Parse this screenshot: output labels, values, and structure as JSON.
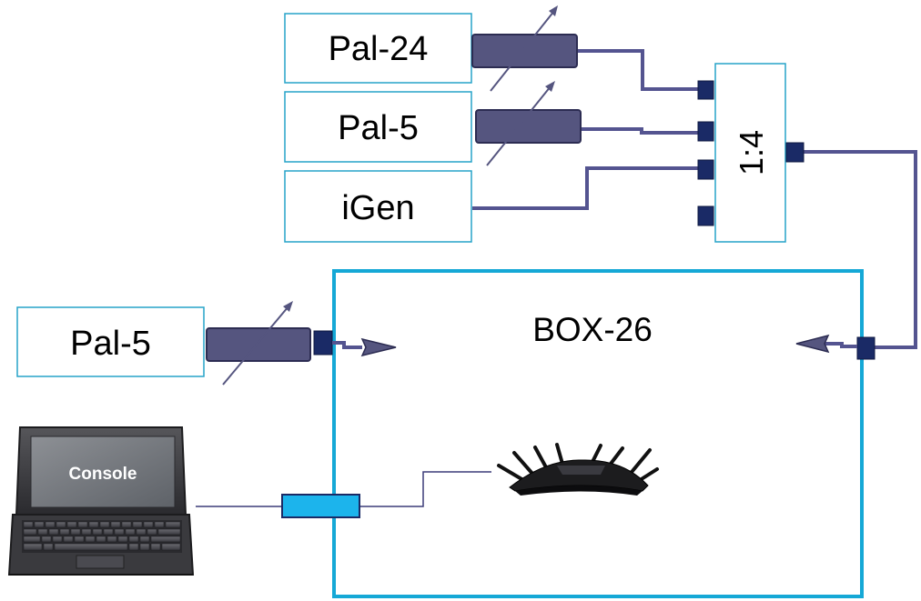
{
  "diagram": {
    "devices": {
      "top_1": "Pal-24",
      "top_2": "Pal-5",
      "top_3": "iGen",
      "left": "Pal-5"
    },
    "splitter": {
      "label": "1:4"
    },
    "box": {
      "label": "BOX-26"
    },
    "console": {
      "label": "Console"
    },
    "colors": {
      "box_border": "#15a8d6",
      "device_border": "#26a3c9",
      "attenuator_fill": "#55557f",
      "attenuator_stroke": "#2c2c52",
      "connector_fill": "#1a2a66",
      "cable": "#545490",
      "ethernet_cable": "#3c3c78",
      "ethernet_block": "#1cb4ec",
      "screen": "#787c82",
      "laptop_body": "#3c3c40"
    },
    "icons": [
      "attenuator-icon",
      "router-icon",
      "laptop-icon",
      "connector-icon",
      "arrow-icon"
    ]
  }
}
